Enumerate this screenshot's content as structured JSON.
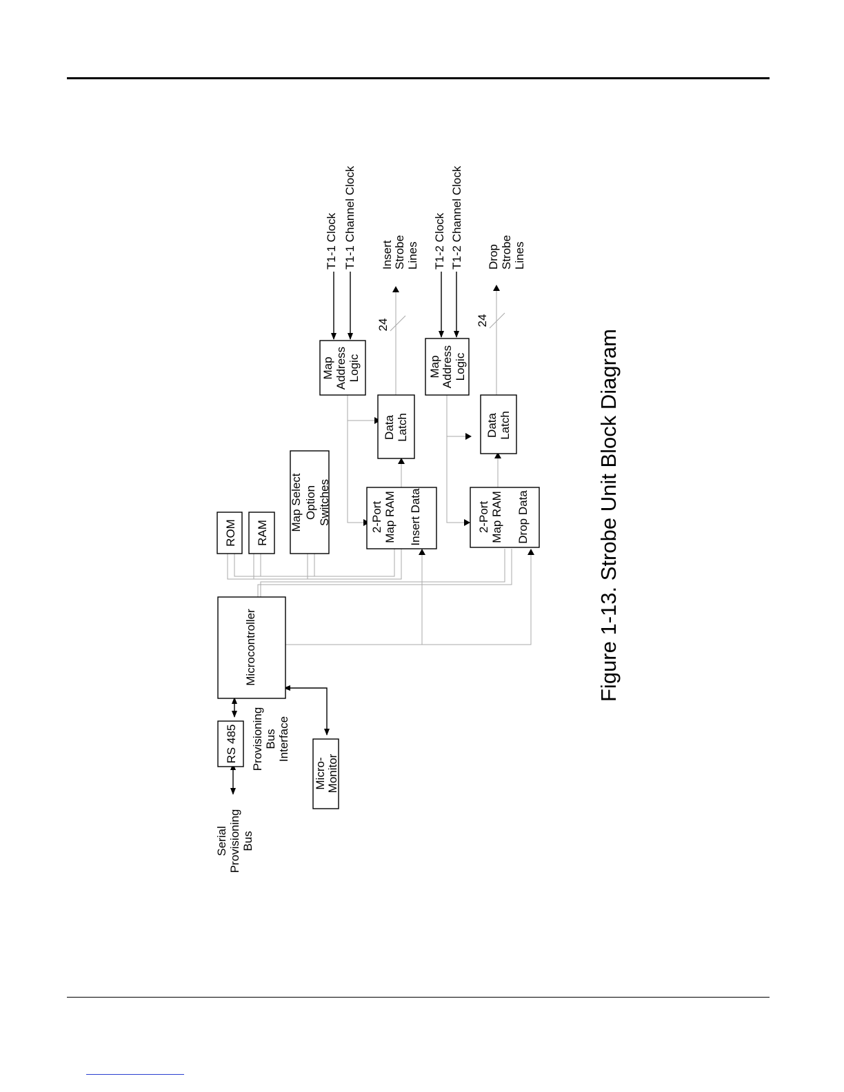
{
  "diagram": {
    "blocks": {
      "rom": "ROM",
      "ram": "RAM",
      "map_select": [
        "Map Select",
        "Option",
        "Switches"
      ],
      "microcontroller": "Microcontroller",
      "rs485": "RS 485",
      "micro_monitor": [
        "Micro-",
        "Monitor"
      ],
      "map_address_1": [
        "Map",
        "Address",
        "Logic"
      ],
      "map_address_2": [
        "Map",
        "Address",
        "Logic"
      ],
      "data_latch_1": [
        "Data",
        "Latch"
      ],
      "data_latch_2": [
        "Data",
        "Latch"
      ],
      "dpram_insert": [
        "2-Port",
        "Map RAM",
        "Insert Data"
      ],
      "dpram_drop": [
        "2-Port",
        "Map RAM",
        "Drop Data"
      ]
    },
    "signals": {
      "serial_bus": [
        "Serial",
        "Provisioning",
        "Bus"
      ],
      "prov_interface": [
        "Provisioning",
        "Bus",
        "Interface"
      ],
      "t1_1_clock": "T1-1 Clock",
      "t1_1_channel_clock": "T1-1 Channel Clock",
      "t1_2_clock": "T1-2 Clock",
      "t1_2_channel_clock": "T1-2 Channel Clock",
      "insert_strobe": [
        "Insert",
        "Strobe",
        "Lines"
      ],
      "drop_strobe": [
        "Drop",
        "Strobe",
        "Lines"
      ],
      "bus_width_1": "24",
      "bus_width_2": "24"
    },
    "caption": "Figure 1-13.  Strobe Unit Block Diagram"
  }
}
